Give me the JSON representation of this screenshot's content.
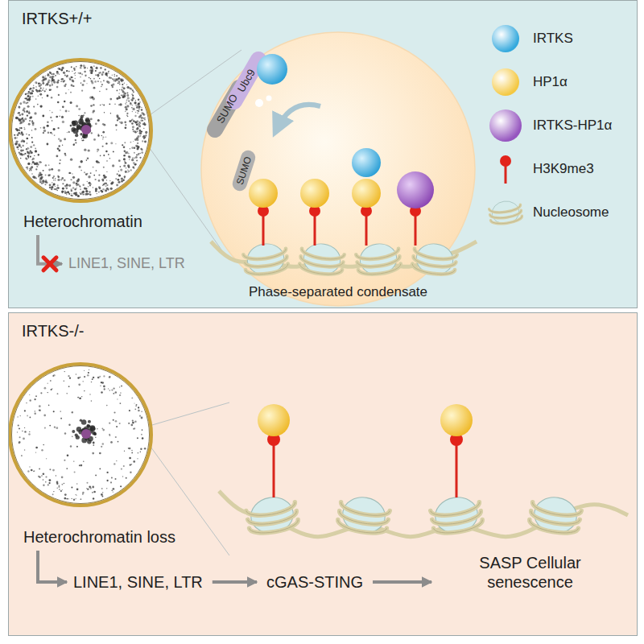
{
  "diagram": {
    "nodes": [
      {
        "text": [
          "IRTKS+/+"
        ]
      },
      {
        "text": [
          "Heterochromatin"
        ],
        "in": 0
      },
      {
        "text": [
          "LINE1, SINE, LTR"
        ],
        "in": 0
      },
      {
        "text": [
          "IRTKS-/-"
        ]
      },
      {
        "text": [
          "Heterochromatin loss"
        ],
        "in": 3
      },
      {
        "text": [
          "LINE1, SINE, LTR"
        ],
        "in": 3
      },
      {
        "text": [
          "cGAS-STING"
        ],
        "in": 3
      },
      {
        "text": [
          "SASP Cellular senescence"
        ],
        "in": 3
      }
    ],
    "edges": [
      {
        "from": 1,
        "to": 2,
        "arrow": "to"
      },
      {
        "from": 4,
        "to": 5,
        "arrow": "to"
      },
      {
        "from": 5,
        "to": 6,
        "arrow": "to"
      },
      {
        "from": 6,
        "to": 7,
        "arrow": "to"
      }
    ],
    "labels": [
      "SUMO",
      "Ubc9",
      "SUMO",
      "Phase-separated condensate"
    ],
    "legend": [
      {
        "text": "IRTKS",
        "color": "#35a9dd"
      },
      {
        "text": "HP1α",
        "color": "#f4c842"
      },
      {
        "text": "IRTKS-HP1α",
        "color": "#9656bf"
      },
      {
        "text": "H3K9me3"
      },
      {
        "text": "Nucleosome"
      }
    ]
  }
}
